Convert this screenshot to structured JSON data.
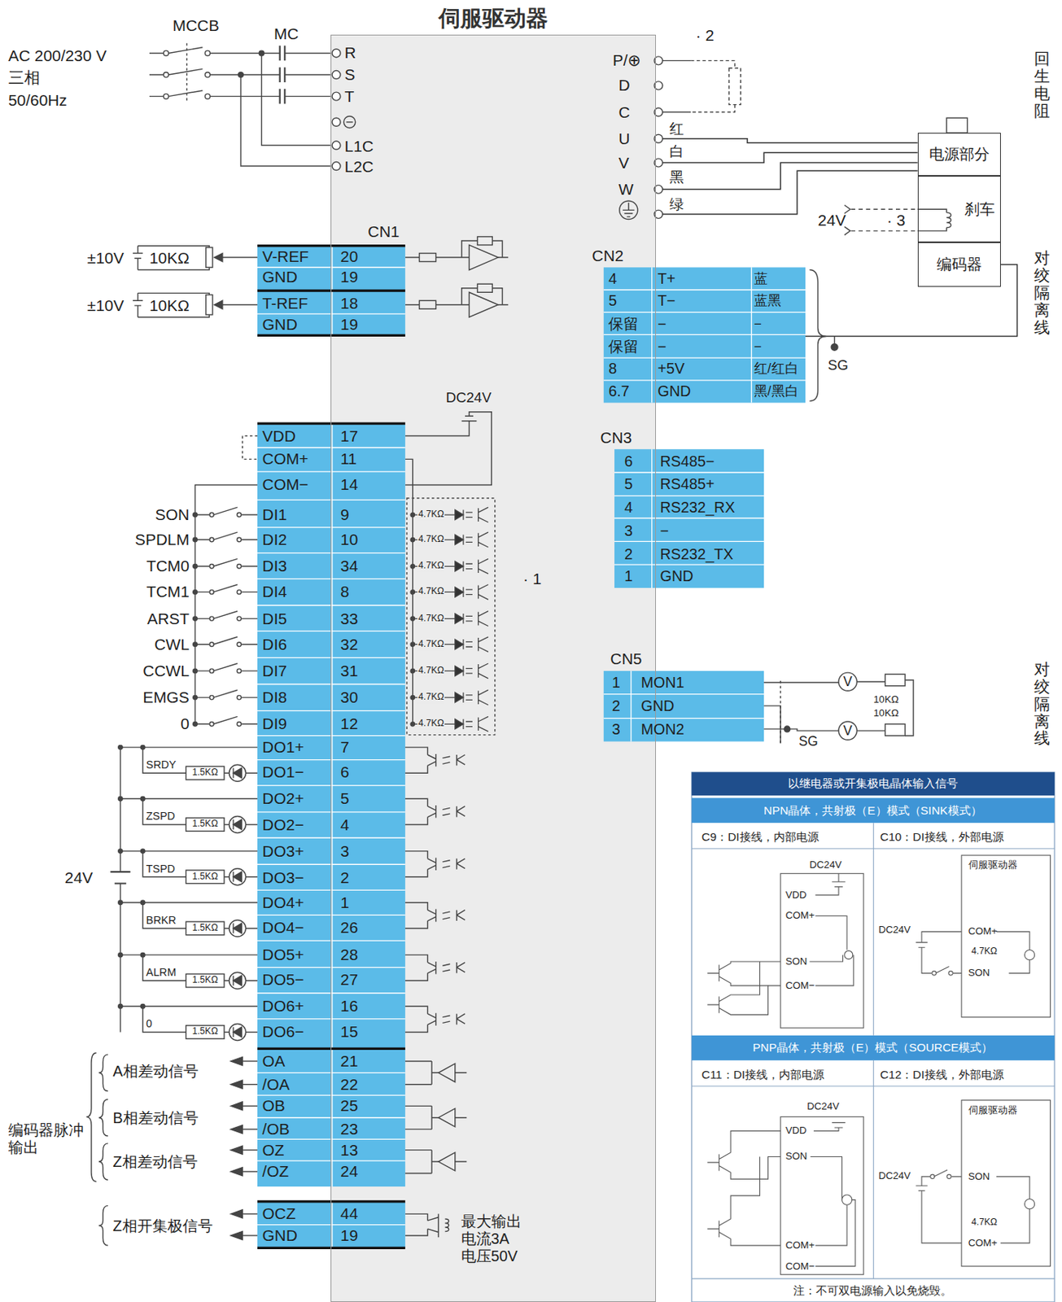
{
  "diagram": {
    "nodes": [
      {
        "text": [
          "伺服驱动器"
        ]
      },
      {
        "text": [
          "电源部分"
        ]
      },
      {
        "text": [
          "刹车"
        ]
      },
      {
        "text": [
          "编码器"
        ]
      }
    ],
    "edges": [
      {
        "from": 0,
        "to": 1,
        "arrow": "none"
      },
      {
        "from": 0,
        "to": 1,
        "arrow": "none"
      },
      {
        "from": 0,
        "to": 1,
        "arrow": "none"
      },
      {
        "from": 0,
        "to": 1,
        "arrow": "none"
      },
      {
        "from": 3,
        "to": 0,
        "arrow": "none"
      }
    ],
    "labels": [
      "AC 200/230 V",
      "三相",
      "50/60Hz",
      "MCCB",
      "MC",
      "R",
      "S",
      "T",
      "L1C",
      "L2C",
      "· 2",
      "P/⊕",
      "D",
      "C",
      "U",
      "V",
      "W",
      "红",
      "白",
      "黑",
      "绿",
      "回生电阻",
      "24V",
      "· 3",
      "对绞隔离线",
      "SG",
      "CN1",
      "±10V",
      "10KΩ",
      "V-REF",
      "20",
      "GND",
      "19",
      "±10V",
      "10KΩ",
      "T-REF",
      "18",
      "GND",
      "19",
      "CN2",
      "4",
      "T+",
      "蓝",
      "5",
      "T−",
      "蓝黑",
      "保留",
      "−",
      "−",
      "保留",
      "−",
      "−",
      "8",
      "+5V",
      "红/红白",
      "6.7",
      "GND",
      "黑/黑白",
      "CN3",
      "6",
      "RS485−",
      "5",
      "RS485+",
      "4",
      "RS232_RX",
      "3",
      "−",
      "2",
      "RS232_TX",
      "1",
      "GND",
      "CN5",
      "1",
      "MON1",
      "2",
      "GND",
      "3",
      "MON2",
      "V",
      "V",
      "10KΩ",
      "10KΩ",
      "SG",
      "对绞隔离线",
      "DC24V",
      "VDD",
      "17",
      "COM+",
      "11",
      "COM−",
      "14",
      "DI1",
      "9",
      "DI2",
      "10",
      "DI3",
      "34",
      "DI4",
      "8",
      "DI5",
      "33",
      "DI6",
      "32",
      "DI7",
      "31",
      "DI8",
      "30",
      "DI9",
      "12",
      "DO1+",
      "7",
      "DO1−",
      "6",
      "DO2+",
      "5",
      "DO2−",
      "4",
      "DO3+",
      "3",
      "DO3−",
      "2",
      "DO4+",
      "1",
      "DO4−",
      "26",
      "DO5+",
      "28",
      "DO5−",
      "27",
      "DO6+",
      "16",
      "DO6−",
      "15",
      "OA",
      "21",
      "/OA",
      "22",
      "OB",
      "25",
      "/OB",
      "23",
      "OZ",
      "13",
      "/OZ",
      "24",
      "OCZ",
      "44",
      "GND",
      "19",
      "SON",
      "SPDLM",
      "TCM0",
      "TCM1",
      "ARST",
      "CWL",
      "CCWL",
      "EMGS",
      "0",
      "4.7KΩ",
      "4.7KΩ",
      "4.7KΩ",
      "4.7KΩ",
      "4.7KΩ",
      "4.7KΩ",
      "4.7KΩ",
      "4.7KΩ",
      "4.7KΩ",
      "· 1",
      "SRDY",
      "1.5KΩ",
      "ZSPD",
      "1.5KΩ",
      "TSPD",
      "1.5KΩ",
      "BRKR",
      "1.5KΩ",
      "ALRM",
      "1.5KΩ",
      "0",
      "1.5KΩ",
      "24V",
      "A相差动信号",
      "B相差动信号",
      "Z相差动信号",
      "编码器脉冲 输出",
      "Z相开集极信号",
      "最大输出 电流3A 电压50V",
      "以继电器或开集极电晶体输入信号",
      "NPN晶体，共射极（E）模式（SINK模式）",
      "C9：DI接线，内部电源",
      "C10：DI接线，外部电源",
      "DC24V",
      "VDD",
      "COM+",
      "SON",
      "COM−",
      "伺服驱动器",
      "DC24V",
      "COM+",
      "4.7KΩ",
      "SON",
      "PNP晶体，共射极（E）模式（SOURCE模式）",
      "C11：DI接线，内部电源",
      "C12：DI接线，外部电源",
      "DC24V",
      "VDD",
      "SON",
      "COM+",
      "COM−",
      "伺服驱动器",
      "DC24V",
      "SON",
      "4.7KΩ",
      "COM+",
      "注：不可双电源输入以免烧毁。"
    ]
  }
}
